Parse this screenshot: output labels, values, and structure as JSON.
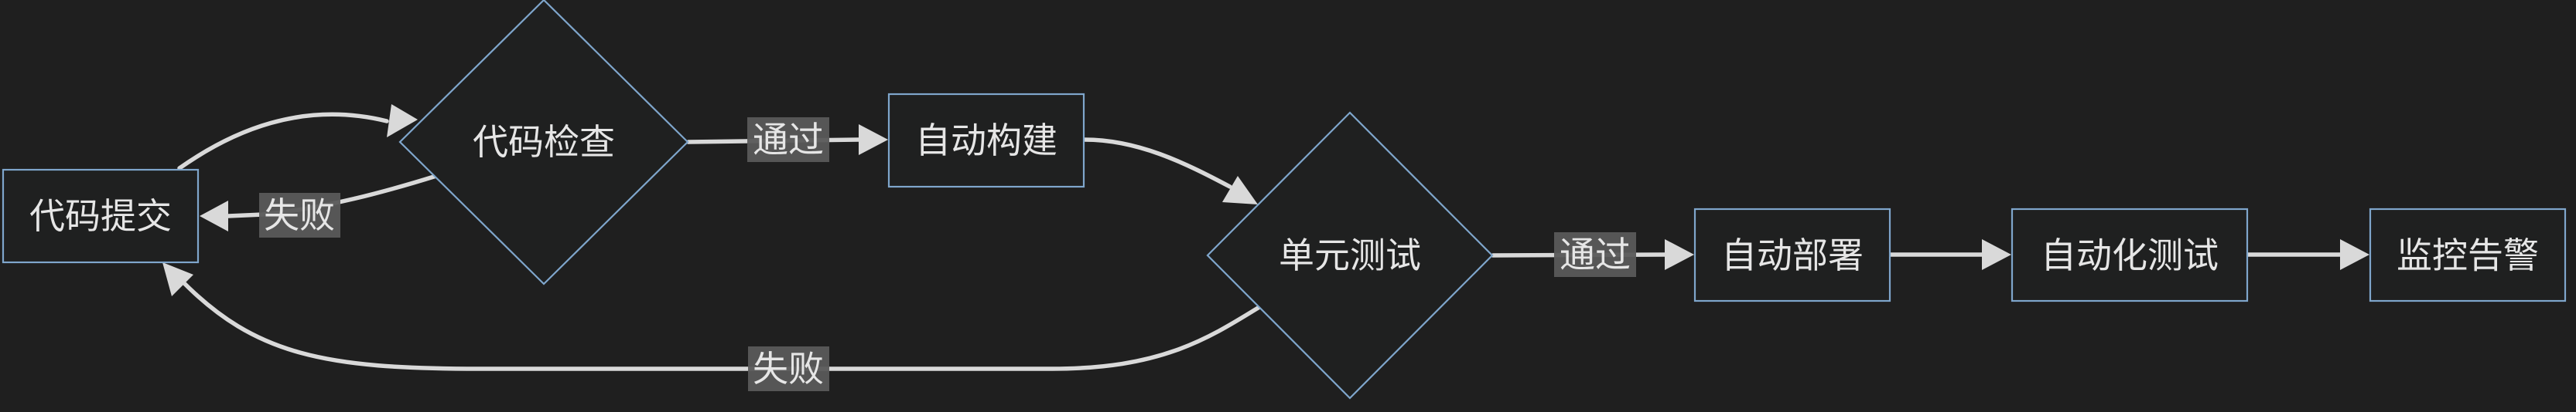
{
  "diagram": {
    "nodes": {
      "code_submit": "代码提交",
      "code_check": "代码检查",
      "auto_build": "自动构建",
      "unit_test": "单元测试",
      "auto_deploy": "自动部署",
      "automated_test": "自动化测试",
      "monitor_alert": "监控告警"
    },
    "edge_labels": {
      "check_pass": "通过",
      "check_fail": "失败",
      "unit_pass": "通过",
      "unit_fail": "失败"
    }
  },
  "colors": {
    "background": "#1f1f1f",
    "node_border": "#7fa6cc",
    "edge": "#d9d9d9",
    "edge_label_bg": "#5a5a5a",
    "text": "#e6e6e6"
  }
}
